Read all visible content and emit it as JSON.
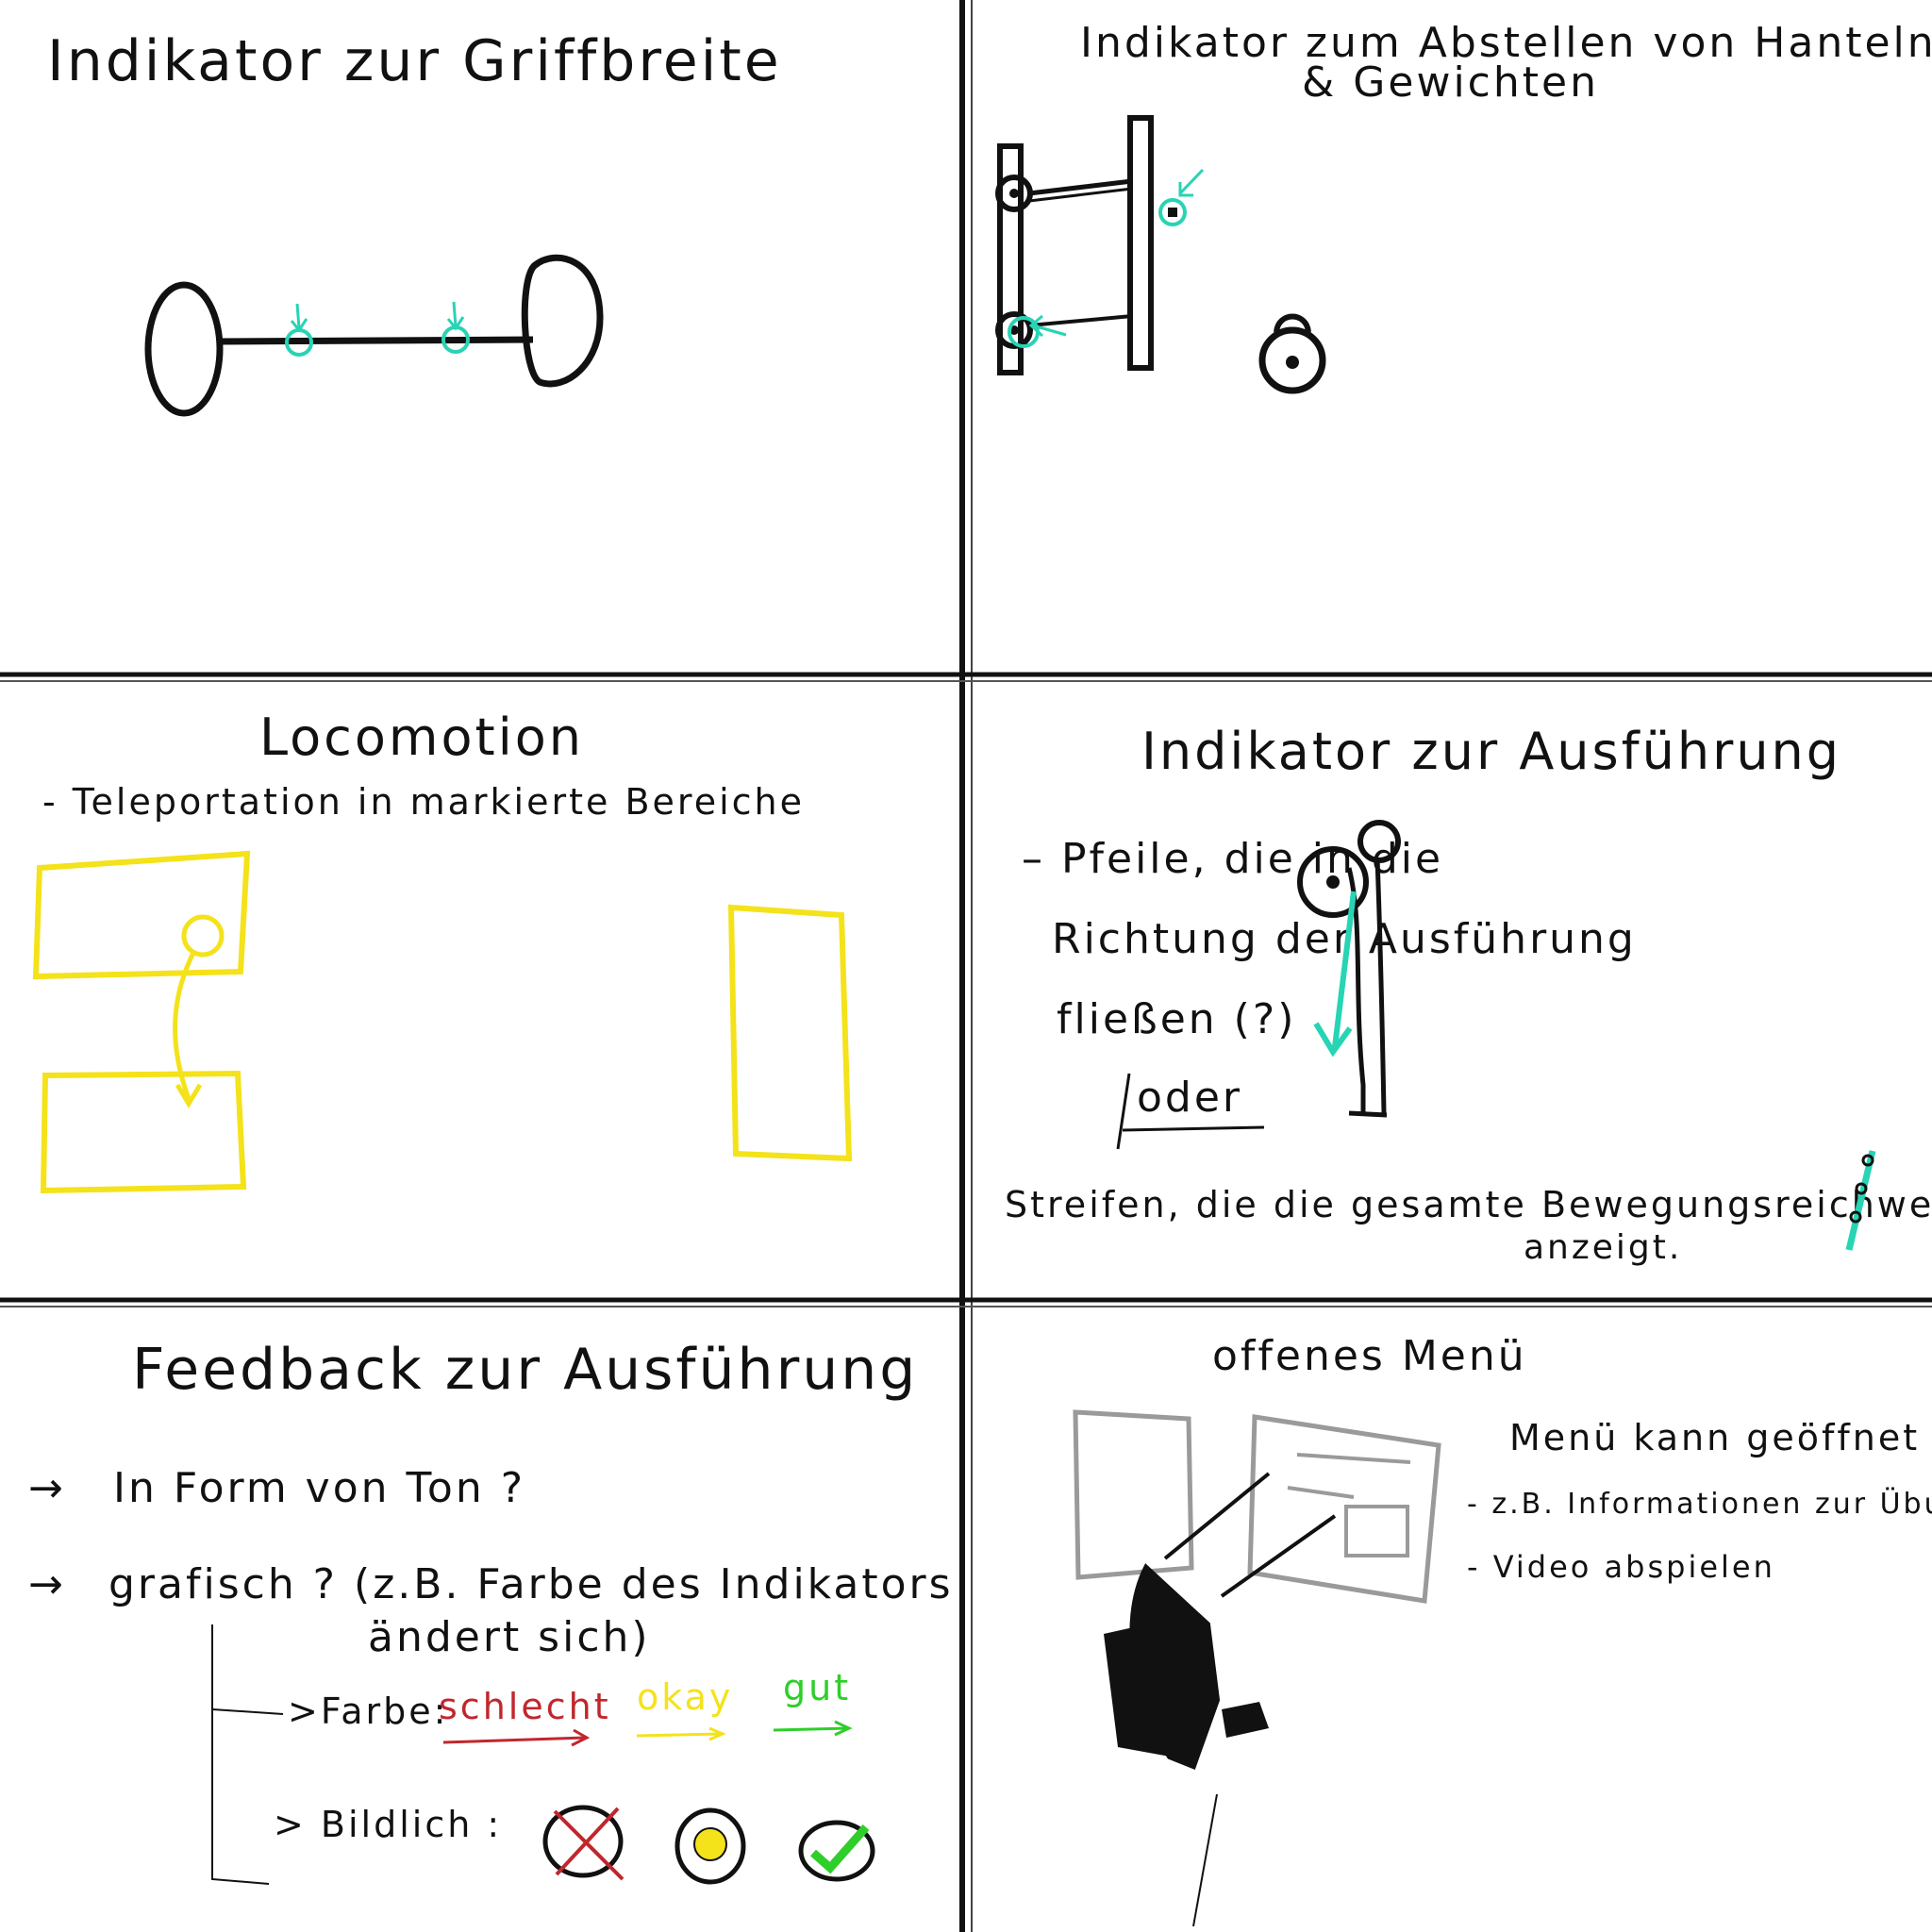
{
  "panels": {
    "grip": {
      "title": "Indikator zur Griffbreite"
    },
    "rack": {
      "title_line1": "Indikator zum Abstellen von Hanteln",
      "title_line2": "& Gewichten"
    },
    "locomotion": {
      "title": "Locomotion",
      "note": "- Teleportation in markierte Bereiche"
    },
    "execution": {
      "title": "Indikator zur Ausführung",
      "line1": "– Pfeile, die in die",
      "line2": "Richtung der Ausführung",
      "line3": "fließen (?)",
      "or": "oder",
      "line4": "Streifen, die die gesamte Bewegungsreichweite",
      "line5": "anzeigt."
    },
    "feedback": {
      "title": "Feedback zur Ausführung",
      "item1": "In Form von Ton ?",
      "item2a": "grafisch ? (z.B. Farbe des Indikators",
      "item2b": "ändert sich)",
      "color_label": ">Farbe:",
      "color_bad": "schlecht",
      "color_ok": "okay",
      "color_good": "gut",
      "pic_label": "> Bildlich :"
    },
    "menu": {
      "title": "offenes Menü",
      "line1": "Menü kann geöffnet bleiben",
      "line2": "- z.B. Informationen zur Übung",
      "line3": "- Video abspielen"
    }
  },
  "colors": {
    "ink": "#111111",
    "teal": "#27d4b4",
    "yellow": "#f4e21a",
    "red": "#c0272d",
    "green": "#2fce2a",
    "gray": "#9a9a9a"
  }
}
